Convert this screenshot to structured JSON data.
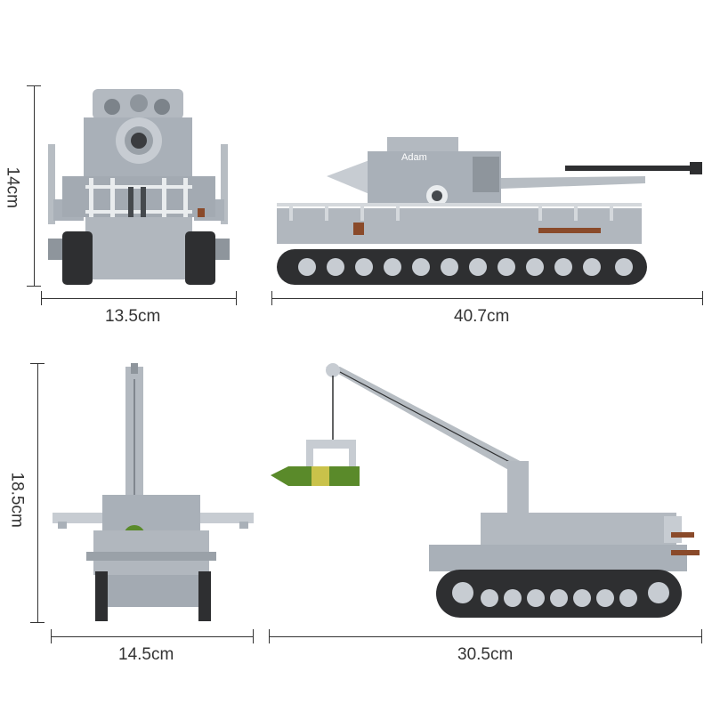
{
  "dimensions": {
    "front_height": "14cm",
    "front_width": "13.5cm",
    "side_length": "40.7cm",
    "crane_front_height": "18.5cm",
    "crane_front_width": "14.5cm",
    "crane_side_length": "30.5cm"
  },
  "model": {
    "nameplate": "Adam"
  },
  "colors": {
    "brick_gray": "#a9b0b8",
    "brick_light": "#c7ccd2",
    "brick_dark": "#6f767d",
    "track_dark": "#2e2f31",
    "white_rail": "#e9ecee",
    "brown": "#8a4a2a",
    "shell_green": "#5a8a2a",
    "dim_line": "#333333"
  }
}
